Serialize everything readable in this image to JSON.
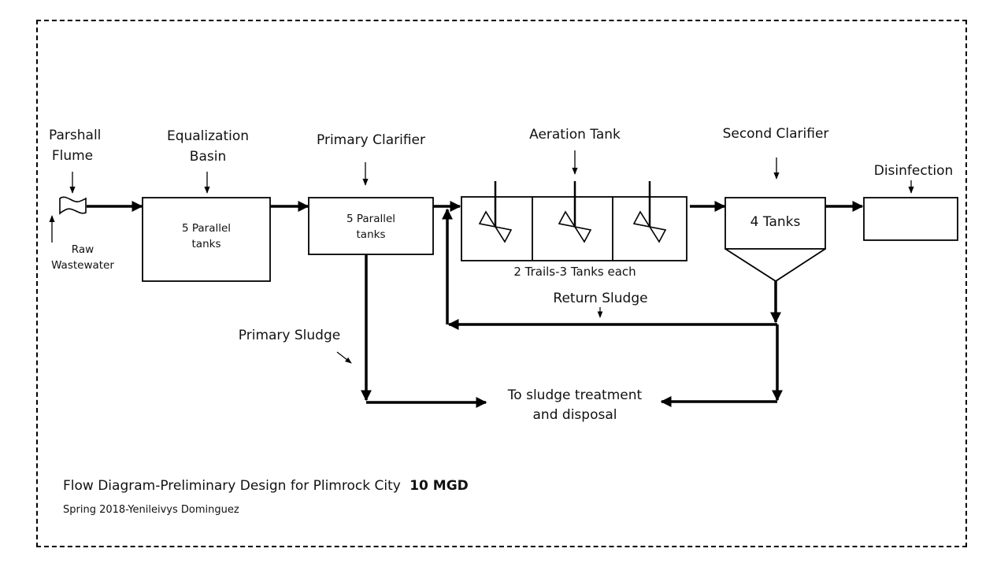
{
  "diagram": {
    "units": {
      "parshall_flume": {
        "title_line1": "Parshall",
        "title_line2": "Flume"
      },
      "raw_wastewater": {
        "line1": "Raw",
        "line2": "Wastewater"
      },
      "equalization_basin": {
        "title_line1": "Equalization",
        "title_line2": "Basin",
        "content_line1": "5 Parallel",
        "content_line2": "tanks"
      },
      "primary_clarifier": {
        "title": "Primary Clarifier",
        "content_line1": "5 Parallel",
        "content_line2": "tanks"
      },
      "aeration_tank": {
        "title": "Aeration Tank",
        "caption": "2 Trails-3 Tanks each",
        "cells": 3
      },
      "second_clarifier": {
        "title": "Second Clarifier",
        "content": "4 Tanks"
      },
      "disinfection": {
        "title": "Disinfection"
      }
    },
    "streams": {
      "return_sludge": "Return Sludge",
      "primary_sludge": "Primary Sludge",
      "sludge_destination_line1": "To sludge treatment",
      "sludge_destination_line2": "and disposal"
    },
    "footer": {
      "title": "Flow Diagram-Preliminary Design for Plimrock City",
      "capacity": "10 MGD",
      "subtitle": "Spring 2018-Yenileivys Dominguez"
    }
  }
}
